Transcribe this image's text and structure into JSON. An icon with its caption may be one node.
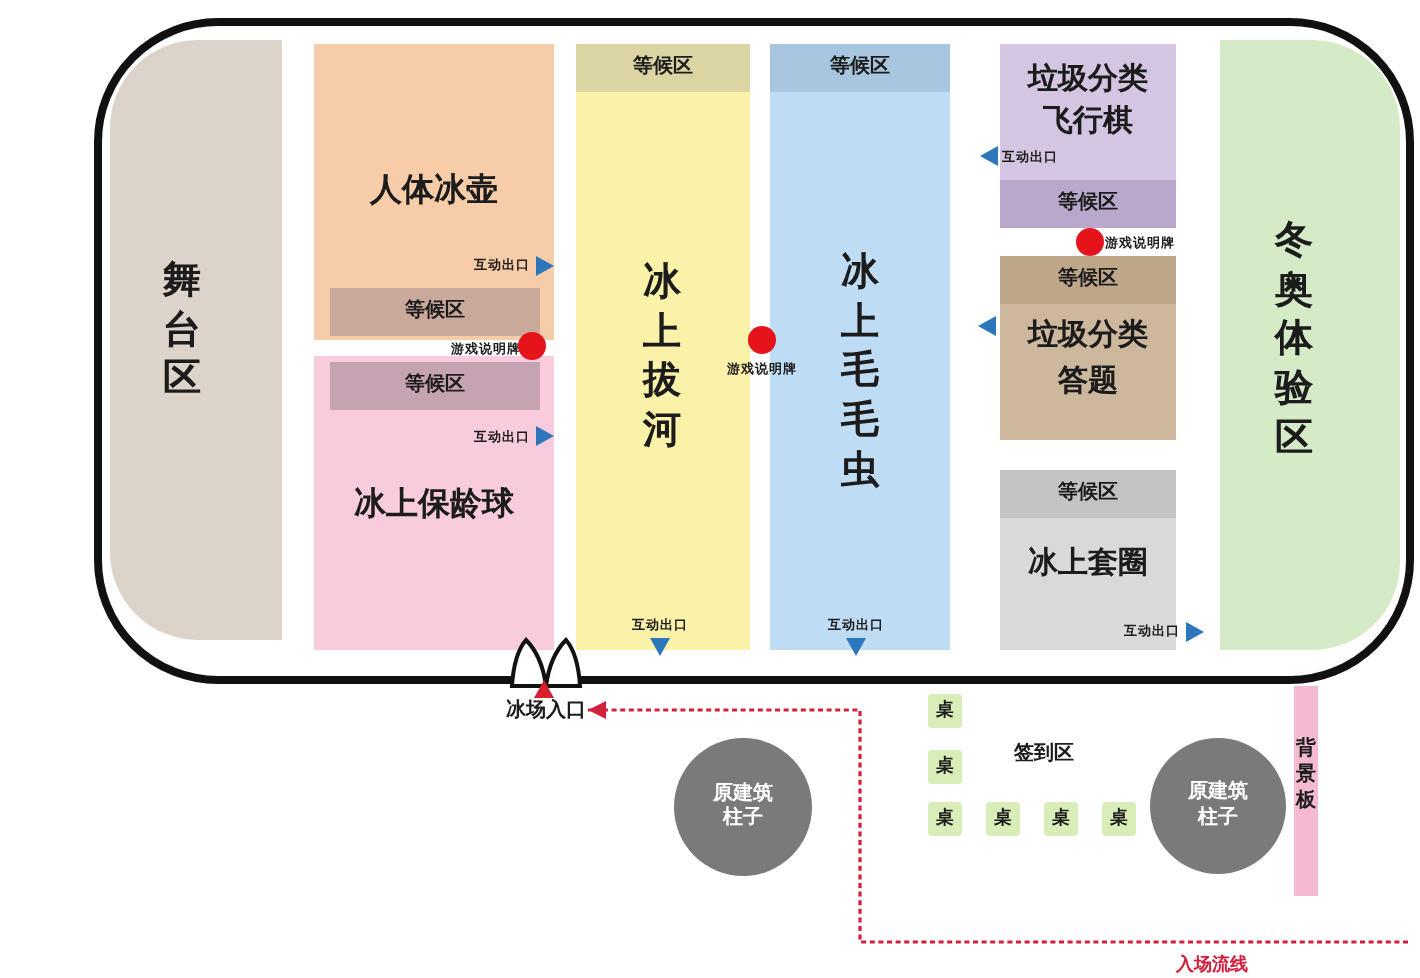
{
  "diagram": {
    "nodes": [
      {
        "text": [],
        "shape": "box"
      },
      {
        "text": [
          "舞台区"
        ],
        "in": 0
      },
      {
        "text": [
          "人体冰壶"
        ],
        "in": 0
      },
      {
        "text": [
          "等候区"
        ],
        "in": 2
      },
      {
        "text": [
          "冰上保龄球"
        ],
        "in": 0
      },
      {
        "text": [
          "等候区"
        ],
        "in": 4
      },
      {
        "text": [
          "冰上拔河"
        ],
        "in": 0
      },
      {
        "text": [
          "等候区"
        ],
        "in": 6
      },
      {
        "text": [
          "冰上毛毛虫"
        ],
        "in": 0
      },
      {
        "text": [
          "等候区"
        ],
        "in": 8
      },
      {
        "text": [
          "垃圾分类飞行棋"
        ],
        "in": 0
      },
      {
        "text": [
          "等候区"
        ],
        "in": 10
      },
      {
        "text": [
          "垃圾分类答题"
        ],
        "in": 0
      },
      {
        "text": [
          "等候区"
        ],
        "in": 12
      },
      {
        "text": [
          "冰上套圈"
        ],
        "in": 0
      },
      {
        "text": [
          "等候区"
        ],
        "in": 14
      },
      {
        "text": [
          "冬奥体验区"
        ],
        "in": 0
      },
      {
        "text": [
          "冰场入口"
        ]
      },
      {
        "text": [
          "原建筑柱子"
        ]
      },
      {
        "text": [
          "桌"
        ]
      },
      {
        "text": [
          "桌"
        ]
      },
      {
        "text": [
          "桌"
        ]
      },
      {
        "text": [
          "桌"
        ]
      },
      {
        "text": [
          "桌"
        ]
      },
      {
        "text": [
          "桌"
        ]
      },
      {
        "text": [
          "原建筑柱子"
        ]
      },
      {
        "text": [
          "背景板"
        ]
      }
    ],
    "edges": [
      {
        "from": null,
        "to": 17,
        "arrow": "to",
        "label": "入场流线",
        "style": "dashed",
        "color": "#d21f3c"
      }
    ],
    "labels": [
      "互动出口",
      "游戏说明牌",
      "互动出口",
      "游戏说明牌",
      "游戏说明牌",
      "互动出口",
      "互动出口",
      "互动出口",
      "互动出口",
      "签到区"
    ]
  }
}
